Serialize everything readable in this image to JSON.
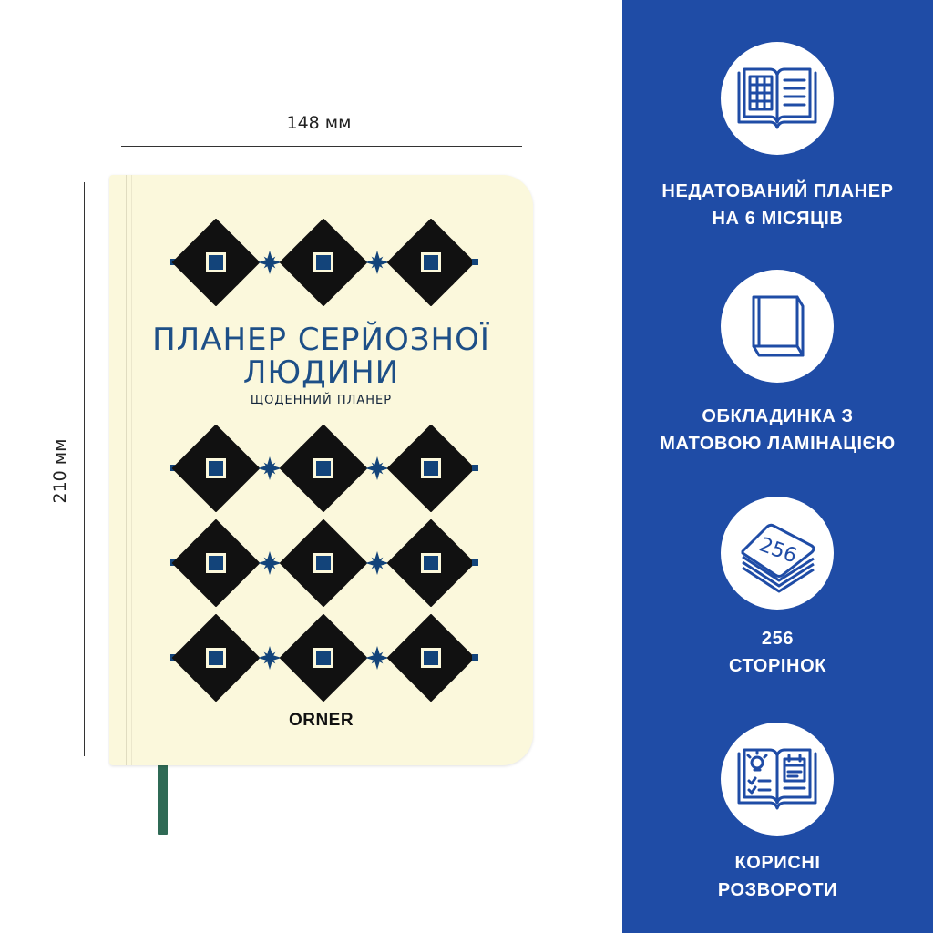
{
  "dimensions": {
    "width": "148 мм",
    "height": "210 мм"
  },
  "cover": {
    "title_line1": "ПЛАНЕР СЕРЙОЗНОЇ",
    "title_line2": "ЛЮДИНИ",
    "subtitle": "ЩОДЕННИЙ ПЛАНЕР",
    "brand": "ORNER",
    "colors": {
      "cover": "#fbf8dc",
      "title": "#1d4f87",
      "pattern_dark": "#111111",
      "pattern_accent": "#13447a",
      "ribbon": "#2f6a55"
    }
  },
  "panel": {
    "background": "#1f4ca6",
    "features": [
      {
        "icon": "open-book-calendar-icon",
        "line1": "НЕДАТОВАНИЙ ПЛАНЕР",
        "line2": "НА 6 МІСЯЦІВ"
      },
      {
        "icon": "closed-book-icon",
        "line1": "ОБКЛАДИНКА З",
        "line2": "МАТОВОЮ ЛАМІНАЦІЄЮ"
      },
      {
        "icon": "page-stack-icon",
        "icon_text": "256",
        "line1": "256",
        "line2": "СТОРІНОК"
      },
      {
        "icon": "open-book-ideas-icon",
        "line1": "КОРИСНІ",
        "line2": "РОЗВОРОТИ"
      }
    ]
  }
}
